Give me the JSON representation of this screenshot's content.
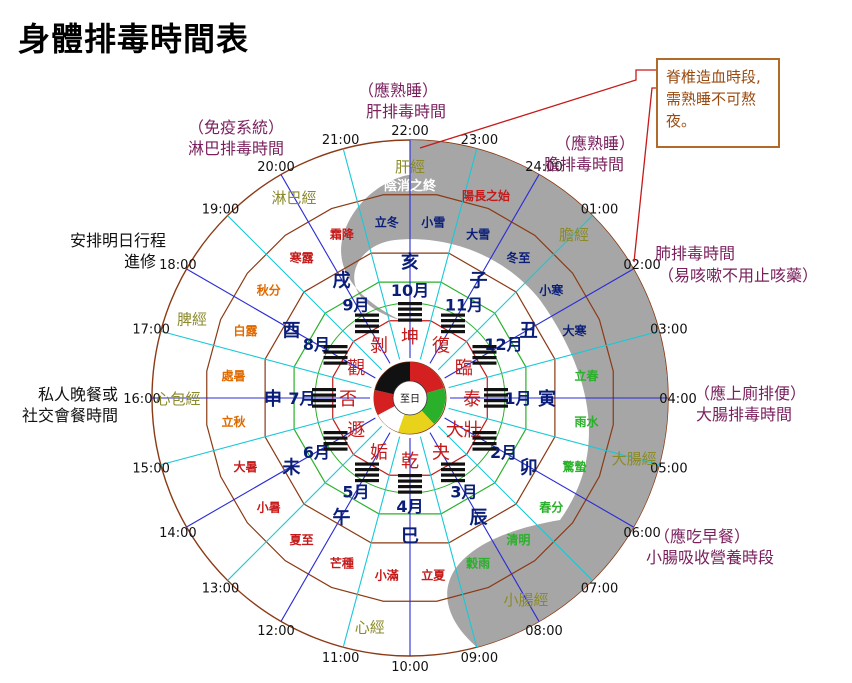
{
  "title": "身體排毒時間表",
  "callout": "脊椎造血時段,需熟睡不可熬夜。",
  "notes": {
    "liver_sleep": "（應熟睡）",
    "liver": "肝排毒時間",
    "gall_sleep": "（應熟睡）",
    "gall": "膽排毒時間",
    "immune": "（免疫系統）",
    "lymph": "淋巴排毒時間",
    "plan1": "安排明日行程",
    "plan2": "進修",
    "lung": "肺排毒時間",
    "lung_note": "（易咳嗽不用止咳藥）",
    "toilet": "（應上廁排便）",
    "large_int": "大腸排毒時間",
    "dinner1": "私人晚餐或",
    "dinner2": "社交會餐時間",
    "breakfast": "（應吃早餐）",
    "small_int": "小腸吸收營養時段"
  },
  "hours": [
    "24:00",
    "01:00",
    "02:00",
    "03:00",
    "04:00",
    "05:00",
    "06:00",
    "07:00",
    "08:00",
    "09:00",
    "10:00",
    "11:00",
    "12:00",
    "13:00",
    "14:00",
    "15:00",
    "16:00",
    "17:00",
    "18:00",
    "19:00",
    "20:00",
    "21:00",
    "22:00",
    "23:00"
  ],
  "meridians": [
    "膽經",
    "肝經",
    "淋巴經",
    "心包經",
    "大腸經",
    "小腸經",
    "心經",
    "脾經"
  ],
  "months": [
    "10月",
    "11月",
    "12月",
    "1月",
    "2月",
    "3月",
    "4月",
    "5月",
    "6月",
    "7月",
    "8月",
    "9月"
  ],
  "branches": [
    "亥",
    "子",
    "丑",
    "寅",
    "卯",
    "辰",
    "巳",
    "午",
    "未",
    "申",
    "酉",
    "戌"
  ],
  "hexagrams": [
    "坤",
    "復",
    "臨",
    "泰",
    "大壯",
    "夬",
    "乾",
    "姤",
    "遯",
    "否",
    "觀",
    "剝"
  ],
  "solar_terms": [
    "立冬",
    "小雪",
    "大雪",
    "冬至",
    "小寒",
    "大寒",
    "立春",
    "雨水",
    "驚蟄",
    "春分",
    "清明",
    "穀雨",
    "立夏",
    "小滿",
    "芒種",
    "夏至",
    "小暑",
    "大暑",
    "立秋",
    "處暑",
    "白露",
    "秋分",
    "寒露",
    "霜降"
  ],
  "yin_end": "陰消之終",
  "yang_start": "陽長之始",
  "center": "至日",
  "colors": {
    "ring_gray": "#a6a6a6",
    "line_blue": "#2b2bd6",
    "line_cyan": "#18c8d8",
    "brown": "#8b3a14",
    "green": "#2ab02a",
    "red": "#c51a1a",
    "navy": "#0a1e78",
    "olive": "#8b8a2a",
    "orange": "#e06a00",
    "gold": "#d6a81a",
    "purple": "#7a1f5c"
  }
}
